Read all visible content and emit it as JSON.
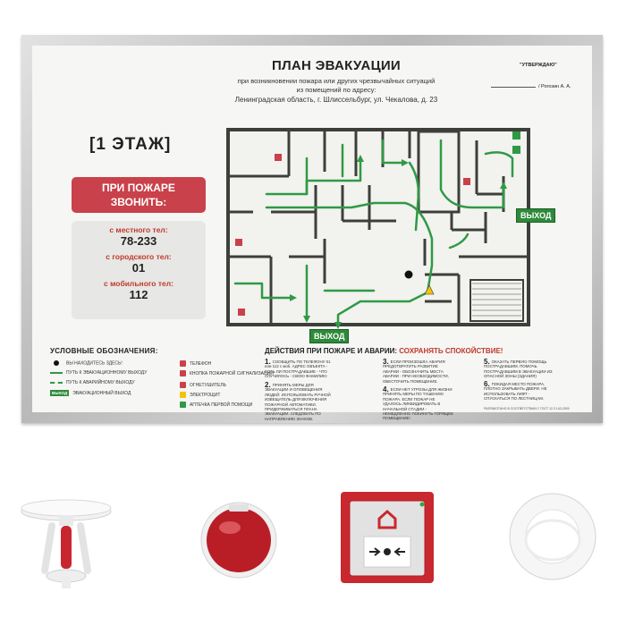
{
  "plan": {
    "title": "ПЛАН ЭВАКУАЦИИ",
    "subtitle_1": "при возникновении пожара или других чрезвычайных ситуаций",
    "subtitle_2": "из помещений  по адресу:",
    "address": "Ленинградская область, г. Шлиссельбург, ул. Чекалова, д. 23",
    "approve_label": "\"УТВЕРЖДАЮ\"",
    "approve_name": "/ Рогозин А. А.",
    "floor": "[1 ЭТАЖ]",
    "call_1": "ПРИ ПОЖАРЕ",
    "call_2": "ЗВОНИТЬ:",
    "phones": [
      {
        "label": "с местного тел:",
        "value": "78-233"
      },
      {
        "label": "с городского тел:",
        "value": "01"
      },
      {
        "label": "с мобильного тел:",
        "value": "112"
      }
    ],
    "exit_label": "ВЫХОД"
  },
  "legend": {
    "heading": "УСЛОВНЫЕ ОБОЗНАЧЕНИЯ:",
    "items": [
      "ВЫ НАХОДИТЕСЬ ЗДЕСЬ!",
      "ПУТЬ К ЭВАКУАЦИОННОМУ ВЫХОДУ",
      "ПУТЬ К АВАРИЙНОМУ ВЫХОДУ",
      "ЭВАКУАЦИОННЫЙ ВЫХОД",
      "ТЕЛЕФОН",
      "КНОПКА ПОЖАРНОЙ СИГНАЛИЗАЦИИ",
      "ОГНЕТУШИТЕЛЬ",
      "ЭЛЕКТРОЩИТ",
      "АПТЕЧКА ПЕРВОЙ ПОМОЩИ"
    ],
    "exit_box": "ВЫХОД"
  },
  "actions": {
    "heading": "ДЕЙСТВИЯ ПРИ ПОЖАРЕ И АВАРИИ:",
    "heading_red": "СОХРАНЯТЬ СПОКОЙСТВИЕ!",
    "steps": [
      {
        "n": "1.",
        "text": "СООБЩИТЬ ПО ТЕЛЕФОНУ 01 или 112 с моб. АДРЕС ОБЪЕКТА - ЕСТЬ ЛИ ПОСТРАДАВШИЕ - ЧТО СЛУЧИЛОСЬ - СВОЮ ФАМИЛИЮ"
      },
      {
        "n": "2.",
        "text": "ПРИНЯТЬ МЕРЫ ДЛЯ ЭВАКУАЦИИ И ОПОВЕЩЕНИЯ ЛЮДЕЙ: ИСПОЛЬЗОВАТЬ РУЧНОЙ ИЗВЕЩАТЕЛЬ ДЛЯ ВКЛЮЧЕНИЯ ПОЖАРНОЙ АВТОМАТИКИ. ПРИДЕРЖИВАТЬСЯ ПЛАНА ЭВАКУАЦИИ. СЛЕДОВАТЬ ПО НАПРАВЛЕНИЮ ЗНАКОВ."
      },
      {
        "n": "3.",
        "text": "ЕСЛИ ПРОИЗОШЛА АВАРИЯ: ПРЕДОТВРАТИТЬ РАЗВИТИЕ АВАРИИ - ОБОЗНАЧИТЬ МЕСТА АВАРИИ - ПРИ НЕОБХОДИМОСТИ, ОБЕСТОЧИТЬ ПОМЕЩЕНИЕ."
      },
      {
        "n": "4.",
        "text": "ЕСЛИ НЕТ УГРОЗЫ ДЛЯ ЖИЗНИ ПРИНЯТЬ МЕРЫ ПО ТУШЕНИЮ ПОЖАРА. ЕСЛИ ПОЖАР НЕ УДАЛОСЬ ЛИКВИДИРОВАТЬ В НАЧАЛЬНОЙ СТАДИИ - НЕМЕДЛЕННО ПОКИНУТЬ ГОРЯЩЕЕ ПОМЕЩЕНИЕ!"
      },
      {
        "n": "5.",
        "text": "ОКАЗАТЬ ПЕРВУЮ ПОМОЩЬ ПОСТРАДАВШИМ. ПОМОЧЬ ПОСТРАДАВШИМ В ЭВАКУАЦИИ ИЗ ОПАСНОЙ ЗОНЫ (ЗДАНИЯ)"
      },
      {
        "n": "6.",
        "text": "ПОКИДАЯ МЕСТО ПОЖАРА, ПЛОТНО ЗАКРЫВАТЬ ДВЕРИ. НЕ ИСПОЛЬЗОВАТЬ ЛИФТ - СПУСКАТЬСЯ ПО ЛЕСТНИЦАМ."
      }
    ],
    "gost": "РАЗРАБОТАНО В СООТВЕТСТВИИ С ГОСТ 12.2.143-2009"
  },
  "colors": {
    "accent_red": "#c9414a",
    "path_green": "#2f9a45",
    "wall": "#3d3f3a"
  }
}
